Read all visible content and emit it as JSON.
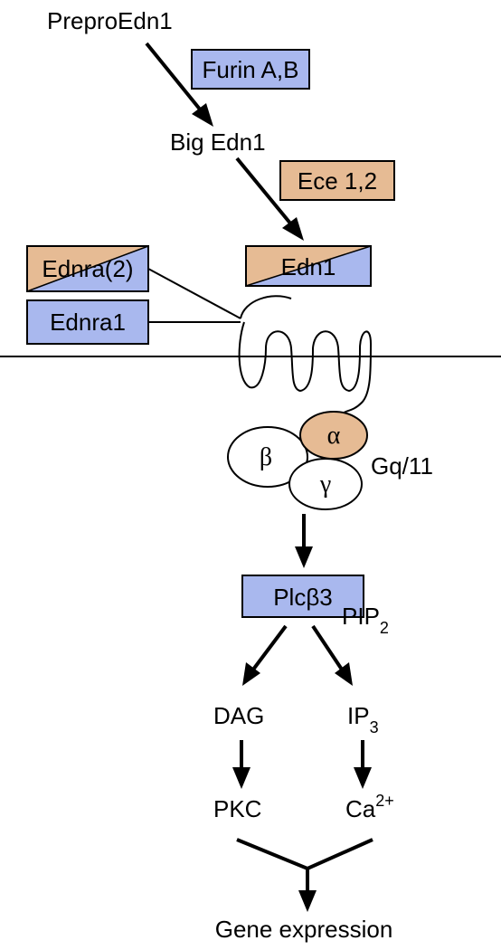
{
  "colors": {
    "blue": "#a9b8ee",
    "tan": "#e6bb94",
    "line": "#000000",
    "background": "#ffffff"
  },
  "labels": {
    "prepro": "PreproEdn1",
    "furin": "Furin A,B",
    "big_edn1": "Big Edn1",
    "ece": "Ece 1,2",
    "edn1": "Edn1",
    "ednra2": "Ednra(2)",
    "ednra1": "Ednra1",
    "alpha": "α",
    "beta": "β",
    "gamma": "γ",
    "gq11": "Gq/11",
    "plcb3": "Plcβ3",
    "pip2_main": "PIP",
    "pip2_sub": "2",
    "dag": "DAG",
    "ip3_main": "IP",
    "ip3_sub": "3",
    "pkc": "PKC",
    "ca_main": "Ca",
    "ca_sup": "2+",
    "gene_expression": "Gene expression"
  }
}
